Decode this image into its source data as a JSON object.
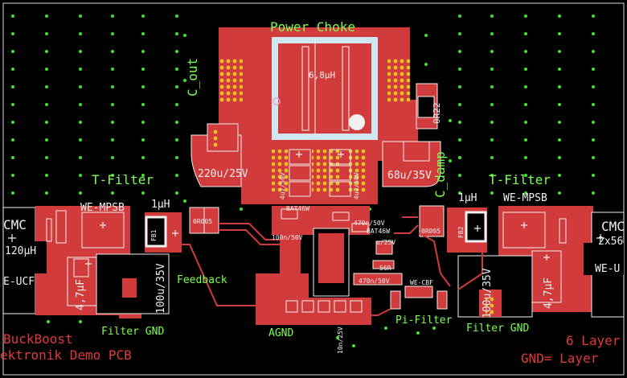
{
  "labels": {
    "power_choke": "Power Choke",
    "choke_value": "6,8µH",
    "c_out": "C_out",
    "c_damp": "C_damp",
    "r22": "0R22",
    "cap_220": "220u/25V",
    "cap_68": "68u/35V",
    "cap_4u7_left": "4u7/50V",
    "cap_4u7_right": "4u7/50V",
    "t_filter_left": "T-Filter",
    "t_filter_right": "T-Filter",
    "ind_1uh_left": "1µH",
    "ind_1uh_right": "1µH",
    "we_mpsb_left": "WE-MPSB",
    "we_mpsb_right": "WE-MPSB",
    "cmc_left": "CMC",
    "cmc_left_val": "120µH",
    "cmc_right": "CMC",
    "cmc_right_val": "2x56",
    "we_ucf_left": "E-UCF",
    "we_ucf_right": "WE-U",
    "cap_4u7uf_left": "4,7µF",
    "cap_4u7uf_right": "4,7µF",
    "cap_100_left": "100u/35V",
    "cap_100_right": "100u/35V",
    "fb_left": "FB1",
    "fb_right": "FB2",
    "r0005_left": "0R005",
    "r0005_right": "0R005",
    "feedback": "Feedback",
    "filter_gnd_left": "Filter GND",
    "filter_gnd_right": "Filter GND",
    "agnd": "AGND",
    "pi_filter": "Pi-Filter",
    "we_cbf": "WE-CBF",
    "bat46_left": "BAT46W",
    "bat46_right": "BAT46W",
    "n100_50": "100n/50V",
    "n470_50_top": "470n/50V",
    "n470_50_bot": "470n/50V",
    "u25v": "u/25V",
    "r56": "56R",
    "n10_25": "10n/25V",
    "footer_left_1": "BuckBoost",
    "footer_left_2": "ektronik Demo PCB",
    "footer_right_1": "6 Layer",
    "footer_right_2": "GND= Layer"
  },
  "colors": {
    "background": "#000000",
    "copper": "#d23b3b",
    "silkscreen": "#f0f0f0",
    "label_green": "#7CFF4F",
    "pad_yellow": "#e8c12a",
    "via_green": "#40e030",
    "choke_frame": "#cfe6ef",
    "footer_red": "#e03a3a"
  }
}
